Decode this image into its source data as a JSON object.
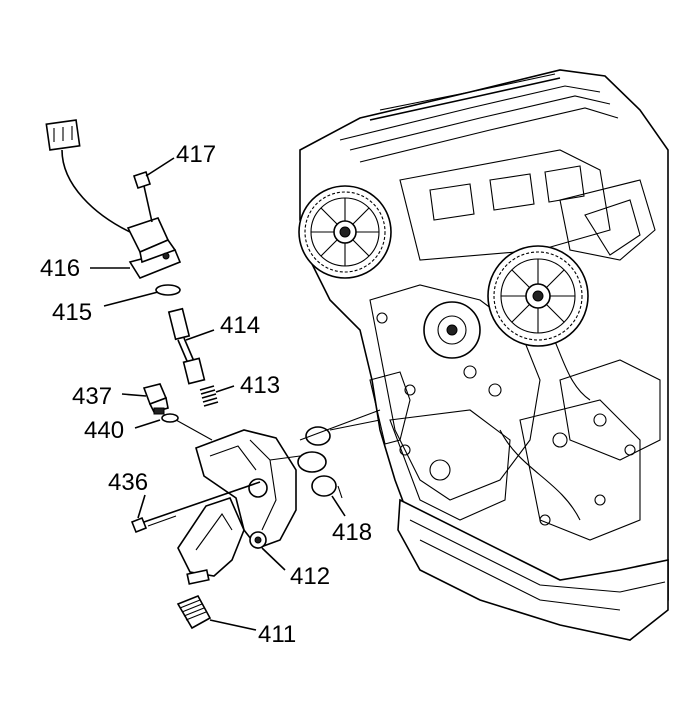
{
  "diagram": {
    "callouts": [
      {
        "id": "417",
        "label": "417"
      },
      {
        "id": "416",
        "label": "416"
      },
      {
        "id": "415",
        "label": "415"
      },
      {
        "id": "414",
        "label": "414"
      },
      {
        "id": "437",
        "label": "437"
      },
      {
        "id": "413",
        "label": "413"
      },
      {
        "id": "440",
        "label": "440"
      },
      {
        "id": "436",
        "label": "436"
      },
      {
        "id": "418",
        "label": "418"
      },
      {
        "id": "412",
        "label": "412"
      },
      {
        "id": "411",
        "label": "411"
      }
    ]
  }
}
